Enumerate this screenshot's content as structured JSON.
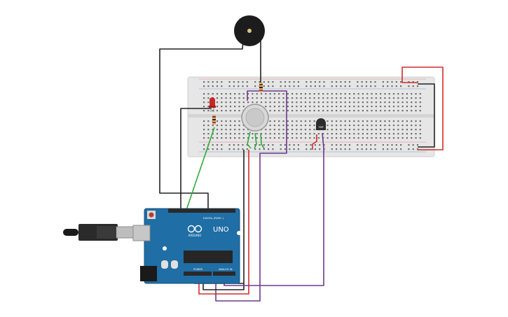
{
  "board": {
    "logo_text": "ARDUINO",
    "model": "UNO",
    "digital_label": "DIGITAL (PWM~)",
    "power_label": "POWER",
    "analog_label": "ANALOG IN",
    "color": "#1f6ea5"
  },
  "breadboard": {
    "color": "#e6e6e6"
  },
  "wire_colors": {
    "black": "#222222",
    "red": "#d42b2b",
    "green": "#2eaa3e",
    "purple": "#6b3a8c"
  },
  "components": {
    "led": {
      "color": "#c62828"
    },
    "sensor_label": "TMP"
  }
}
